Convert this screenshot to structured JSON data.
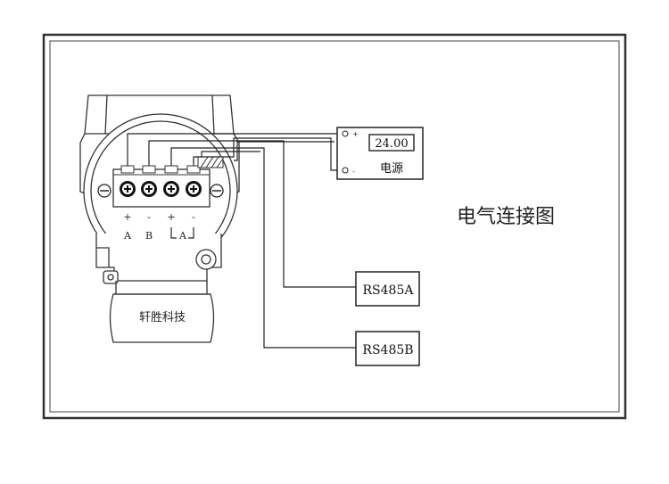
{
  "title": "电气连接图",
  "brand": "轩胜科技",
  "power_supply": {
    "display_value": "24.00",
    "label": "电源",
    "plus_sign": "+",
    "minus_sign": "-"
  },
  "terminals": {
    "polarity": [
      "+",
      "-",
      "+",
      "-"
    ],
    "letters": [
      "A",
      "B",
      "A"
    ]
  },
  "outputs": {
    "rs485a": "RS485A",
    "rs485b": "RS485B"
  }
}
